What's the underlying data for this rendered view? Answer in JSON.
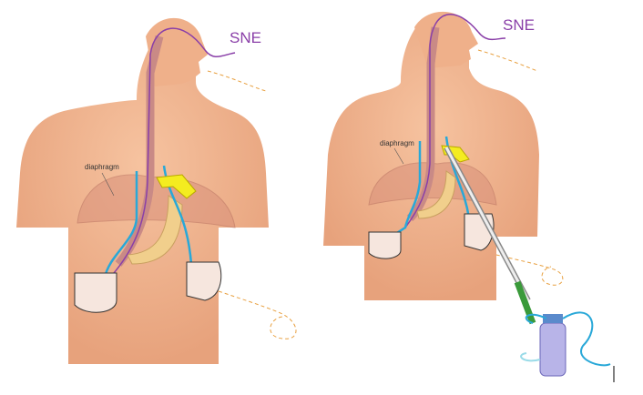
{
  "colors": {
    "skin": "#f2b48e",
    "skin_shadow": "#e39a74",
    "tube_blue": "#29a8d8",
    "sne_purple": "#8a3fa8",
    "esophagus": "#c98a86",
    "yellow": "#f4ec20",
    "stomach_fat": "#f1cf8c",
    "drain_green": "#3a9a3a",
    "dashed_orange": "#e8a040"
  },
  "left_figure": {
    "sne_label": "SNE",
    "diaphragm_label": "diaphragm"
  },
  "right_figure": {
    "sne_label": "SNE",
    "diaphragm_label": "diaphragm"
  }
}
